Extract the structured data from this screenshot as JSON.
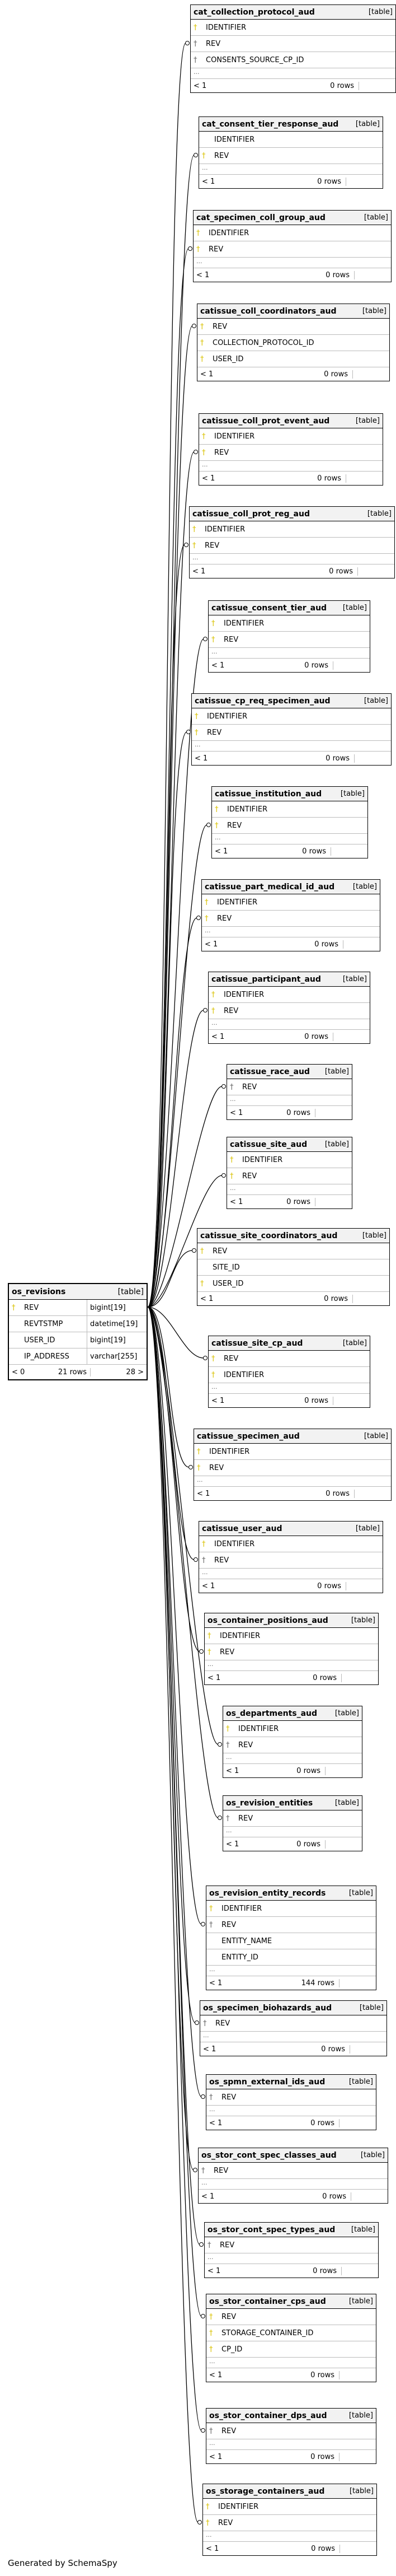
{
  "credit": "Generated by SchemaSpy",
  "main_table": {
    "name": "os_revisions",
    "kind": "[table]",
    "columns": [
      {
        "name": "REV",
        "type": "bigint[19]",
        "key": true
      },
      {
        "name": "REVTSTMP",
        "type": "datetime[19]",
        "key": false
      },
      {
        "name": "USER_ID",
        "type": "bigint[19]",
        "key": false
      },
      {
        "name": "IP_ADDRESS",
        "type": "varchar[255]",
        "key": false
      }
    ],
    "footer": {
      "left": "< 0",
      "mid": "21 rows",
      "right": "28 >"
    }
  },
  "tables": [
    {
      "name": "cat_collection_protocol_aud",
      "kind": "[table]",
      "columns": [
        {
          "n": "IDENTIFIER",
          "k": "key"
        },
        {
          "n": "REV",
          "k": "imp"
        },
        {
          "n": "CONSENTS_SOURCE_CP_ID",
          "k": "imp"
        }
      ],
      "dots": "...",
      "footer": [
        "< 1",
        "0 rows"
      ]
    },
    {
      "name": "cat_consent_tier_response_aud",
      "kind": "[table]",
      "columns": [
        {
          "n": "IDENTIFIER",
          "k": ""
        },
        {
          "n": "REV",
          "k": "key"
        }
      ],
      "dots": "...",
      "footer": [
        "< 1",
        "0 rows"
      ]
    },
    {
      "name": "cat_specimen_coll_group_aud",
      "kind": "[table]",
      "columns": [
        {
          "n": "IDENTIFIER",
          "k": "key"
        },
        {
          "n": "REV",
          "k": "key"
        }
      ],
      "dots": "...",
      "footer": [
        "< 1",
        "0 rows"
      ]
    },
    {
      "name": "catissue_coll_coordinators_aud",
      "kind": "[table]",
      "columns": [
        {
          "n": "REV",
          "k": "key"
        },
        {
          "n": "COLLECTION_PROTOCOL_ID",
          "k": "key"
        },
        {
          "n": "USER_ID",
          "k": "key"
        }
      ],
      "dots": "",
      "footer": [
        "< 1",
        "0 rows"
      ]
    },
    {
      "name": "catissue_coll_prot_event_aud",
      "kind": "[table]",
      "columns": [
        {
          "n": "IDENTIFIER",
          "k": "key"
        },
        {
          "n": "REV",
          "k": "key"
        }
      ],
      "dots": "...",
      "footer": [
        "< 1",
        "0 rows"
      ]
    },
    {
      "name": "catissue_coll_prot_reg_aud",
      "kind": "[table]",
      "columns": [
        {
          "n": "IDENTIFIER",
          "k": "key"
        },
        {
          "n": "REV",
          "k": "key"
        }
      ],
      "dots": "...",
      "footer": [
        "< 1",
        "0 rows"
      ]
    },
    {
      "name": "catissue_consent_tier_aud",
      "kind": "[table]",
      "columns": [
        {
          "n": "IDENTIFIER",
          "k": "key"
        },
        {
          "n": "REV",
          "k": "key"
        }
      ],
      "dots": "...",
      "footer": [
        "< 1",
        "0 rows"
      ]
    },
    {
      "name": "catissue_cp_req_specimen_aud",
      "kind": "[table]",
      "columns": [
        {
          "n": "IDENTIFIER",
          "k": "key"
        },
        {
          "n": "REV",
          "k": "key"
        }
      ],
      "dots": "...",
      "footer": [
        "< 1",
        "0 rows"
      ]
    },
    {
      "name": "catissue_institution_aud",
      "kind": "[table]",
      "columns": [
        {
          "n": "IDENTIFIER",
          "k": "key"
        },
        {
          "n": "REV",
          "k": "key"
        }
      ],
      "dots": "...",
      "footer": [
        "< 1",
        "0 rows"
      ]
    },
    {
      "name": "catissue_part_medical_id_aud",
      "kind": "[table]",
      "columns": [
        {
          "n": "IDENTIFIER",
          "k": "key"
        },
        {
          "n": "REV",
          "k": "key"
        }
      ],
      "dots": "...",
      "footer": [
        "< 1",
        "0 rows"
      ]
    },
    {
      "name": "catissue_participant_aud",
      "kind": "[table]",
      "columns": [
        {
          "n": "IDENTIFIER",
          "k": "key"
        },
        {
          "n": "REV",
          "k": "key"
        }
      ],
      "dots": "...",
      "footer": [
        "< 1",
        "0 rows"
      ]
    },
    {
      "name": "catissue_race_aud",
      "kind": "[table]",
      "columns": [
        {
          "n": "REV",
          "k": "imp"
        }
      ],
      "dots": "...",
      "footer": [
        "< 1",
        "0 rows"
      ]
    },
    {
      "name": "catissue_site_aud",
      "kind": "[table]",
      "columns": [
        {
          "n": "IDENTIFIER",
          "k": "key"
        },
        {
          "n": "REV",
          "k": "key"
        }
      ],
      "dots": "...",
      "footer": [
        "< 1",
        "0 rows"
      ]
    },
    {
      "name": "catissue_site_coordinators_aud",
      "kind": "[table]",
      "columns": [
        {
          "n": "REV",
          "k": "key"
        },
        {
          "n": "SITE_ID",
          "k": ""
        },
        {
          "n": "USER_ID",
          "k": "key"
        }
      ],
      "dots": "",
      "footer": [
        "< 1",
        "0 rows"
      ]
    },
    {
      "name": "catissue_site_cp_aud",
      "kind": "[table]",
      "columns": [
        {
          "n": "REV",
          "k": "key"
        },
        {
          "n": "IDENTIFIER",
          "k": "key"
        }
      ],
      "dots": "...",
      "footer": [
        "< 1",
        "0 rows"
      ]
    },
    {
      "name": "catissue_specimen_aud",
      "kind": "[table]",
      "columns": [
        {
          "n": "IDENTIFIER",
          "k": "key"
        },
        {
          "n": "REV",
          "k": "key"
        }
      ],
      "dots": "...",
      "footer": [
        "< 1",
        "0 rows"
      ]
    },
    {
      "name": "catissue_user_aud",
      "kind": "[table]",
      "columns": [
        {
          "n": "IDENTIFIER",
          "k": "key"
        },
        {
          "n": "REV",
          "k": "imp"
        }
      ],
      "dots": "...",
      "footer": [
        "< 1",
        "0 rows"
      ]
    },
    {
      "name": "os_container_positions_aud",
      "kind": "[table]",
      "columns": [
        {
          "n": "IDENTIFIER",
          "k": "key"
        },
        {
          "n": "REV",
          "k": "key"
        }
      ],
      "dots": "...",
      "footer": [
        "< 1",
        "0 rows"
      ]
    },
    {
      "name": "os_departments_aud",
      "kind": "[table]",
      "columns": [
        {
          "n": "IDENTIFIER",
          "k": "key"
        },
        {
          "n": "REV",
          "k": "imp"
        }
      ],
      "dots": "...",
      "footer": [
        "< 1",
        "0 rows"
      ]
    },
    {
      "name": "os_revision_entities",
      "kind": "[table]",
      "columns": [
        {
          "n": "REV",
          "k": "imp"
        }
      ],
      "dots": "...",
      "footer": [
        "< 1",
        "0 rows"
      ]
    },
    {
      "name": "os_revision_entity_records",
      "kind": "[table]",
      "columns": [
        {
          "n": "IDENTIFIER",
          "k": "key"
        },
        {
          "n": "REV",
          "k": "imp"
        },
        {
          "n": "ENTITY_NAME",
          "k": ""
        },
        {
          "n": "ENTITY_ID",
          "k": ""
        }
      ],
      "dots": "...",
      "footer": [
        "< 1",
        "144 rows"
      ]
    },
    {
      "name": "os_specimen_biohazards_aud",
      "kind": "[table]",
      "columns": [
        {
          "n": "REV",
          "k": "imp"
        }
      ],
      "dots": "...",
      "footer": [
        "< 1",
        "0 rows"
      ]
    },
    {
      "name": "os_spmn_external_ids_aud",
      "kind": "[table]",
      "columns": [
        {
          "n": "REV",
          "k": "imp"
        }
      ],
      "dots": "...",
      "footer": [
        "< 1",
        "0 rows"
      ]
    },
    {
      "name": "os_stor_cont_spec_classes_aud",
      "kind": "[table]",
      "columns": [
        {
          "n": "REV",
          "k": "imp"
        }
      ],
      "dots": "...",
      "footer": [
        "< 1",
        "0 rows"
      ]
    },
    {
      "name": "os_stor_cont_spec_types_aud",
      "kind": "[table]",
      "columns": [
        {
          "n": "REV",
          "k": "imp"
        }
      ],
      "dots": "...",
      "footer": [
        "< 1",
        "0 rows"
      ]
    },
    {
      "name": "os_stor_container_cps_aud",
      "kind": "[table]",
      "columns": [
        {
          "n": "REV",
          "k": "key"
        },
        {
          "n": "STORAGE_CONTAINER_ID",
          "k": "key"
        },
        {
          "n": "CP_ID",
          "k": "key"
        }
      ],
      "dots": "...",
      "footer": [
        "< 1",
        "0 rows"
      ]
    },
    {
      "name": "os_stor_container_dps_aud",
      "kind": "[table]",
      "columns": [
        {
          "n": "REV",
          "k": "imp"
        }
      ],
      "dots": "...",
      "footer": [
        "< 1",
        "0 rows"
      ]
    },
    {
      "name": "os_storage_containers_aud",
      "kind": "[table]",
      "columns": [
        {
          "n": "IDENTIFIER",
          "k": "key"
        },
        {
          "n": "REV",
          "k": "key"
        }
      ],
      "dots": "...",
      "footer": [
        "< 1",
        "0 rows"
      ]
    }
  ]
}
